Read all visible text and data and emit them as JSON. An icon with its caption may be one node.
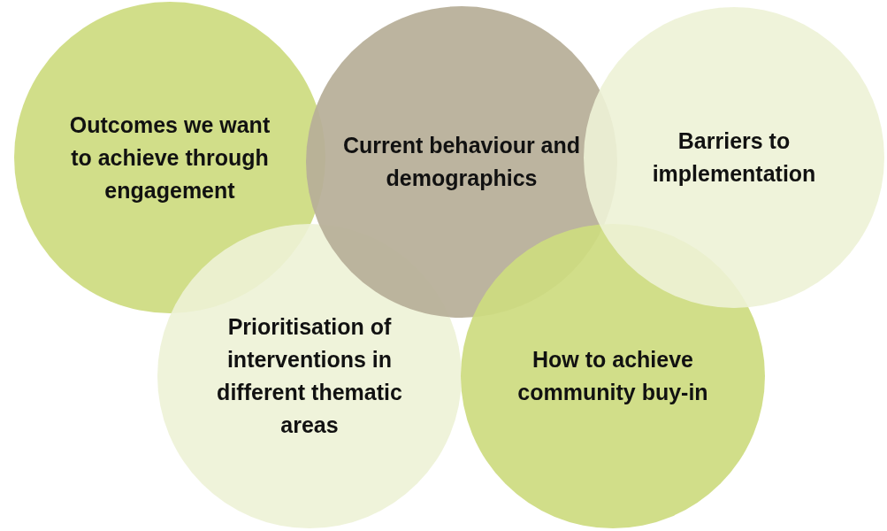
{
  "diagram": {
    "nodes": [
      {
        "text": [
          "Outcomes we want to achieve through engagement"
        ]
      },
      {
        "text": [
          "Current behaviour and demographics"
        ]
      },
      {
        "text": [
          "Barriers to implementation"
        ]
      },
      {
        "text": [
          "Prioritisation of interventions in different thematic areas"
        ]
      },
      {
        "text": [
          "How to achieve community buy-in"
        ]
      }
    ]
  }
}
